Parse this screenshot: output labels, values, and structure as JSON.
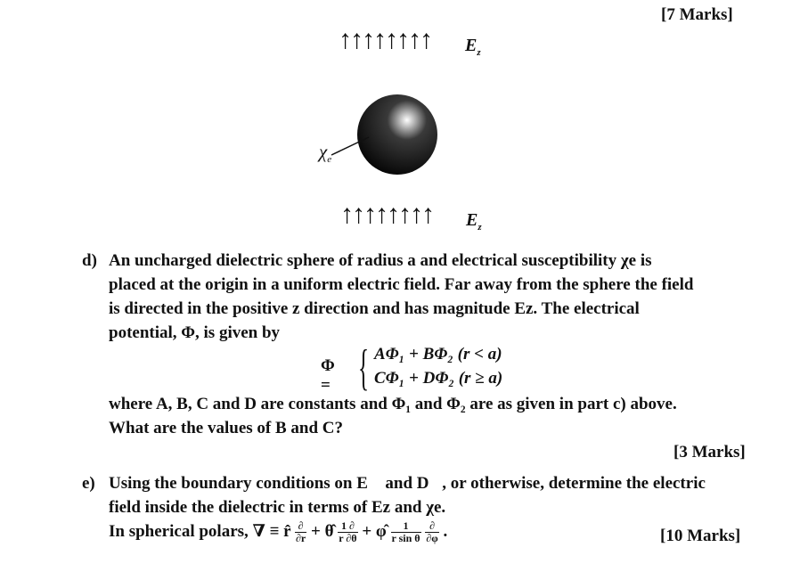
{
  "marks": {
    "top": "[7 Marks]",
    "part_d": "[3 Marks]",
    "part_e": "[10 Marks]"
  },
  "figure": {
    "arrows": "↑↑↑↑↑↑↑↑",
    "field_label": "E",
    "field_label_sub": "z",
    "chi_label": "χ",
    "chi_label_sub": "e"
  },
  "part_d": {
    "letter": "d)",
    "line1": "An uncharged dielectric sphere of radius a and electrical susceptibility χe is",
    "line2": "placed at the origin in a uniform electric field. Far away from the sphere the field",
    "line3": "is directed in the positive z direction and has magnitude Ez. The electrical",
    "line4": "potential, Φ, is given by",
    "equation_lhs": "Φ =",
    "equation_case1": "AΦ₁ + BΦ₂  (r < a)",
    "equation_case2": "CΦ₁ + DΦ₂  (r ≥ a)",
    "line5": "where A, B, C and D are constants and Φ₁ and Φ₂ are as given in part c) above.",
    "line6": "What are the values of B and C?"
  },
  "part_e": {
    "letter": "e)",
    "line1": "Using the boundary conditions on E⃗ and D⃗, or otherwise, determine the electric",
    "line2": "field inside the dielectric in terms of Ez and χe.",
    "line3_prefix": "In spherical polars, ∇ ≡ r̂",
    "frac1_num": "∂",
    "frac1_den": "∂r",
    "plus_theta": "+ θ̂",
    "frac2_num": "1 ∂",
    "frac2_den": "r ∂θ",
    "plus_phi": "+ φ̂",
    "frac3_num": "1",
    "frac3_den": "r sin θ",
    "frac4_num": "∂",
    "frac4_den": "∂φ",
    "end": "."
  }
}
